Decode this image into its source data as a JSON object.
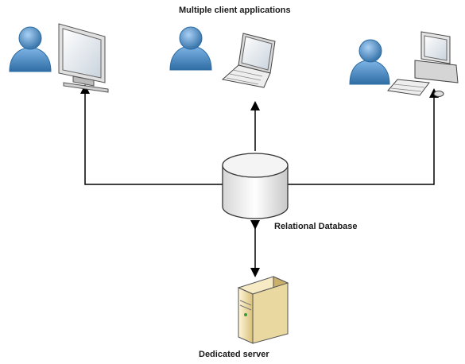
{
  "diagram": {
    "title": "Multiple client applications",
    "database_label": "Relational Database",
    "server_label": "Dedicated server",
    "clients": [
      {
        "user": "user-icon",
        "device": "monitor-icon"
      },
      {
        "user": "user-icon",
        "device": "laptop-icon"
      },
      {
        "user": "user-icon",
        "device": "desktop-computer-icon"
      }
    ],
    "colors": {
      "user_fill": "#5b9bd5",
      "user_dark": "#2e6da4",
      "line": "#000000",
      "database_fill": "#e8e8e8",
      "server_fill": "#f1e3b5"
    }
  }
}
